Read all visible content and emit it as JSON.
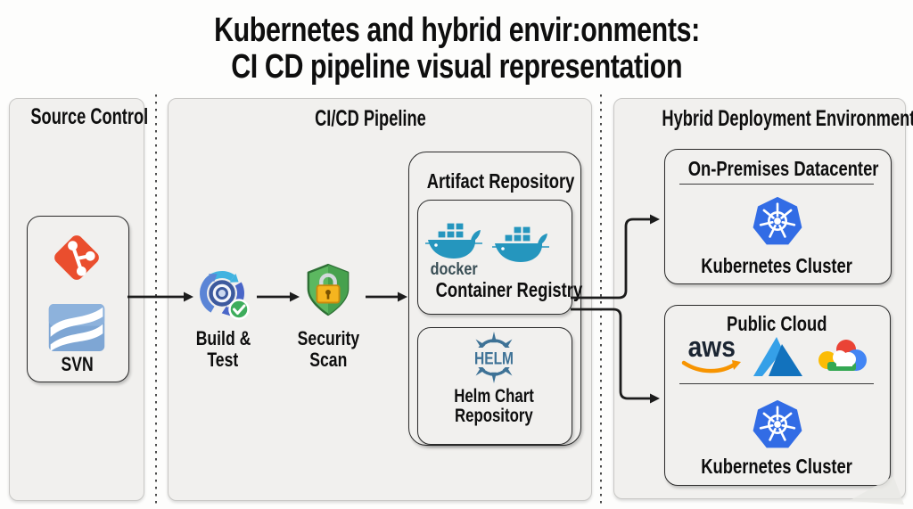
{
  "title": {
    "line1": "Kubernetes and hybrid envir:onments:",
    "line2": "CI CD pipeline visual representation"
  },
  "source_control": {
    "header": "Source Control",
    "svn_label": "SVN",
    "icons": [
      "git-icon",
      "svn-icon"
    ]
  },
  "pipeline": {
    "header": "CI/CD Pipeline",
    "stages": [
      {
        "icon": "build-test-cycle-icon",
        "label_line1": "Build &",
        "label_line2": "Test"
      },
      {
        "icon": "security-shield-lock-icon",
        "label_line1": "Security",
        "label_line2": "Scan"
      }
    ],
    "artifact_repository": {
      "header": "Artifact Repository",
      "container_registry": {
        "label": "Container Registry",
        "docker_wordmark": "docker",
        "icons": [
          "docker-whale-icon",
          "docker-whale-icon"
        ]
      },
      "helm_repository": {
        "helm_wordmark": "HELM",
        "label_line1": "Helm Chart",
        "label_line2": "Repository",
        "icon": "helm-wheel-icon"
      }
    }
  },
  "hybrid": {
    "header": "Hybrid Deployment Environments",
    "onprem": {
      "title": "On-Premises Datacenter",
      "cluster_label": "Kubernetes Cluster",
      "icon": "kubernetes-logo"
    },
    "public_cloud": {
      "title": "Public Cloud",
      "aws_wordmark": "aws",
      "provider_icons": [
        "aws-logo",
        "azure-logo",
        "google-cloud-logo"
      ],
      "cluster_label": "Kubernetes Cluster",
      "icon": "kubernetes-logo"
    }
  },
  "colors": {
    "panel_bg": "#f1f0ee",
    "panel_border": "#c9c8c6",
    "box_border": "#2b2b2b",
    "arrow": "#1c1c1c",
    "git_orange": "#ea4e2e",
    "svn_blue": "#7ea6d4",
    "docker_blue": "#2596be",
    "helm_blue": "#3e7296",
    "kubernetes_blue": "#326ce5",
    "shield_green_light": "#5cb860",
    "shield_green_dark": "#47a14e",
    "lock_amber": "#f5b51f",
    "check_green": "#3ead5c",
    "cycle_cyan": "#41b3e0",
    "cycle_blue": "#5b85d6",
    "aws_text": "#1b2532",
    "aws_smile_orange": "#f79400",
    "azure_blue": "#2a8de0"
  }
}
